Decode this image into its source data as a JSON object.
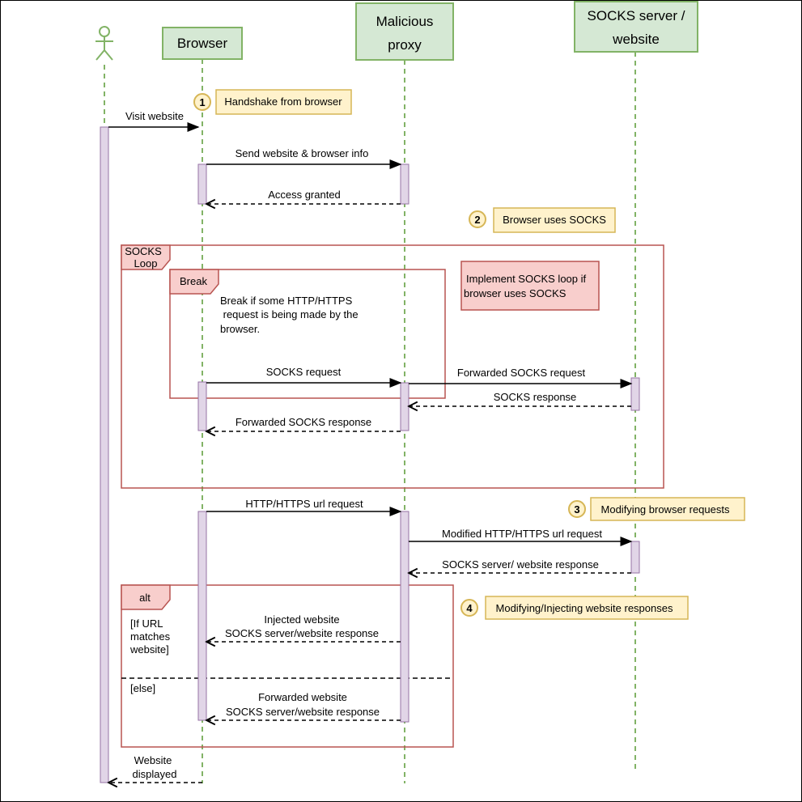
{
  "participants": {
    "actor": "",
    "browser": "Browser",
    "proxy": [
      "Malicious",
      "proxy"
    ],
    "server": [
      "SOCKS server /",
      "website"
    ]
  },
  "steps": [
    {
      "num": "1",
      "text": "Handshake from browser"
    },
    {
      "num": "2",
      "text": "Browser uses SOCKS"
    },
    {
      "num": "3",
      "text": "Modifying browser requests"
    },
    {
      "num": "4",
      "text": "Modifying/Injecting website responses"
    }
  ],
  "messages": {
    "visit": "Visit website",
    "send_info": "Send website & browser info",
    "access": "Access granted",
    "socks_req": "SOCKS request",
    "fwd_socks_req": "Forwarded SOCKS request",
    "socks_resp": "SOCKS response",
    "fwd_socks_resp": "Forwarded SOCKS response",
    "http_req": "HTTP/HTTPS url request",
    "mod_http_req": "Modified HTTP/HTTPS url request",
    "server_resp": "SOCKS server/ website response",
    "injected": [
      "Injected website",
      "SOCKS server/website response"
    ],
    "forwarded": [
      "Forwarded website",
      "SOCKS server/website response"
    ],
    "displayed": [
      "Website",
      "displayed"
    ]
  },
  "fragments": {
    "loop_tag": [
      "SOCKS",
      "Loop"
    ],
    "break_tag": "Break",
    "break_text": [
      "Break if some HTTP/HTTPS",
      " request is being made by the",
      "browser."
    ],
    "loop_note": [
      "Implement SOCKS loop if",
      "browser uses SOCKS"
    ],
    "alt_tag": "alt",
    "alt_cond": [
      "[If URL",
      "matches",
      "website]"
    ],
    "else_cond": "[else]"
  },
  "colors": {
    "participant_fill": "#d5e8d4",
    "participant_stroke": "#82b366",
    "activation_fill": "#e1d5e7",
    "activation_stroke": "#9673a6",
    "fragment_stroke": "#b85450",
    "fragment_fill": "#f8cecc",
    "note_fill": "#fff2cc",
    "note_stroke": "#d6b656"
  }
}
